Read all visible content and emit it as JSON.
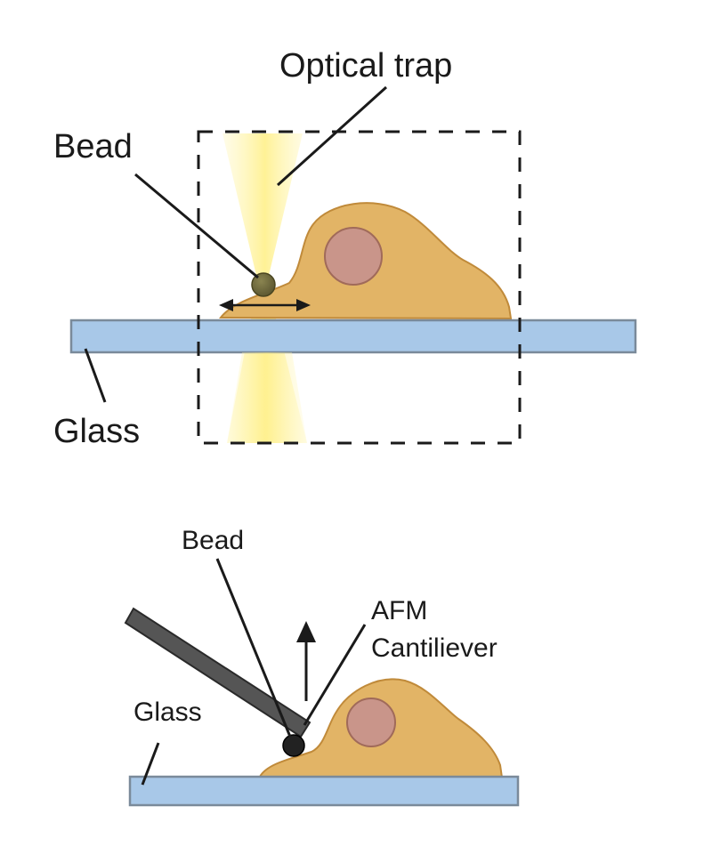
{
  "panel_top": {
    "label_optical_trap": "Optical trap",
    "label_bead": "Bead",
    "label_glass": "Glass"
  },
  "panel_bottom": {
    "label_bead": "Bead",
    "label_afm_line1": "AFM",
    "label_afm_line2": "Cantiliever",
    "label_glass": "Glass"
  },
  "colors": {
    "glass_fill": "#a8c8e8",
    "glass_stroke": "#7a8a9a",
    "cell_fill": "#e2b466",
    "cell_stroke": "#c08a3a",
    "nucleus_fill": "#c9958a",
    "nucleus_stroke": "#a06a5a",
    "beam_color": "#fff2a0",
    "bead_top_fill": "#6f6a3e",
    "bead_bottom_fill": "#222222",
    "cantilever_fill": "#555555"
  }
}
